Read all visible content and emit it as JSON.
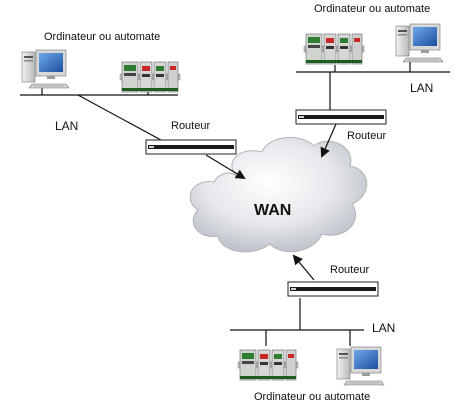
{
  "diagram": {
    "wan_label": "WAN",
    "site_top_left": {
      "device_label": "Ordinateur ou automate",
      "lan_label": "LAN",
      "router_label": "Routeur"
    },
    "site_top_right": {
      "device_label": "Ordinateur ou automate",
      "lan_label": "LAN",
      "router_label": "Routeur"
    },
    "site_bottom": {
      "device_label": "Ordinateur ou automate",
      "lan_label": "LAN",
      "router_label": "Routeur"
    }
  }
}
